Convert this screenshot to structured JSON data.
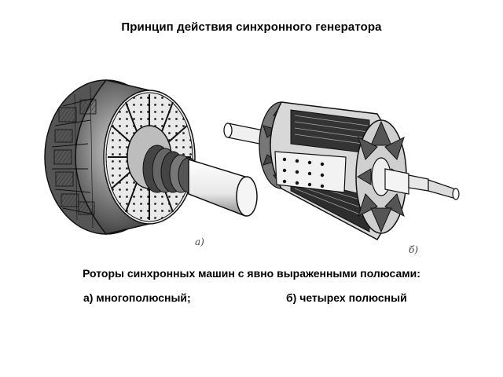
{
  "slide": {
    "title": "Принцип действия синхронного генератора"
  },
  "figure": {
    "label_a": "а)",
    "label_b": "б)"
  },
  "caption": {
    "main": "Роторы синхронных машин с явно выраженными полюсами:",
    "item_a": "а) многополюсный;",
    "item_b": "б) четырех полюсный"
  }
}
